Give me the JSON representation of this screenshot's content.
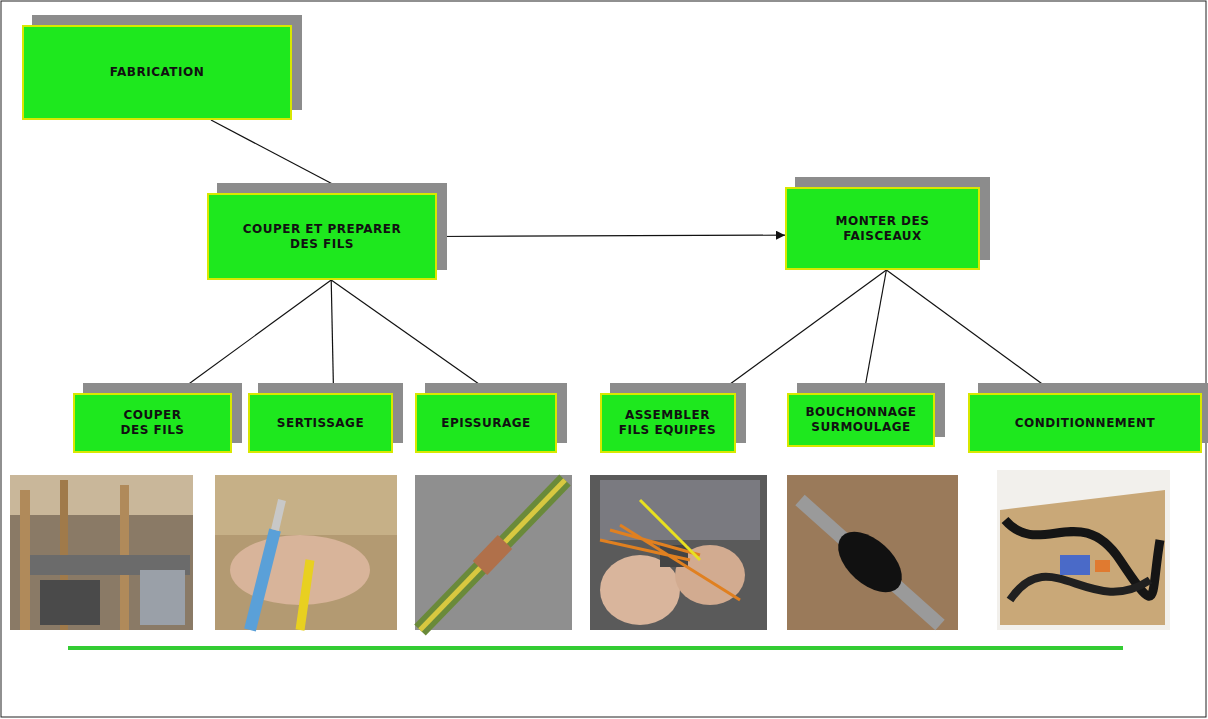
{
  "diagram": {
    "nodes": [
      {
        "text": [
          "FABRICATION"
        ]
      },
      {
        "text": [
          "COUPER ET PREPARER DES FILS"
        ]
      },
      {
        "text": [
          "MONTER DES FAISCEAUX"
        ]
      },
      {
        "text": [
          "COUPER DES FILS"
        ]
      },
      {
        "text": [
          "SERTISSAGE"
        ]
      },
      {
        "text": [
          "EPISSURAGE"
        ]
      },
      {
        "text": [
          "ASSEMBLER FILS EQUIPES"
        ]
      },
      {
        "text": [
          "BOUCHONNAGE SURMOULAGE"
        ]
      },
      {
        "text": [
          "CONDITIONNEMENT"
        ]
      }
    ],
    "edges": [
      {
        "from": 0,
        "to": 1,
        "arrow": "to"
      },
      {
        "from": 1,
        "to": 2,
        "arrow": "to"
      },
      {
        "from": 1,
        "to": 3,
        "arrow": "to"
      },
      {
        "from": 1,
        "to": 4,
        "arrow": "to"
      },
      {
        "from": 1,
        "to": 5,
        "arrow": "to"
      },
      {
        "from": 2,
        "to": 6,
        "arrow": "to"
      },
      {
        "from": 2,
        "to": 7,
        "arrow": "to"
      },
      {
        "from": 2,
        "to": 8,
        "arrow": "to"
      }
    ]
  }
}
